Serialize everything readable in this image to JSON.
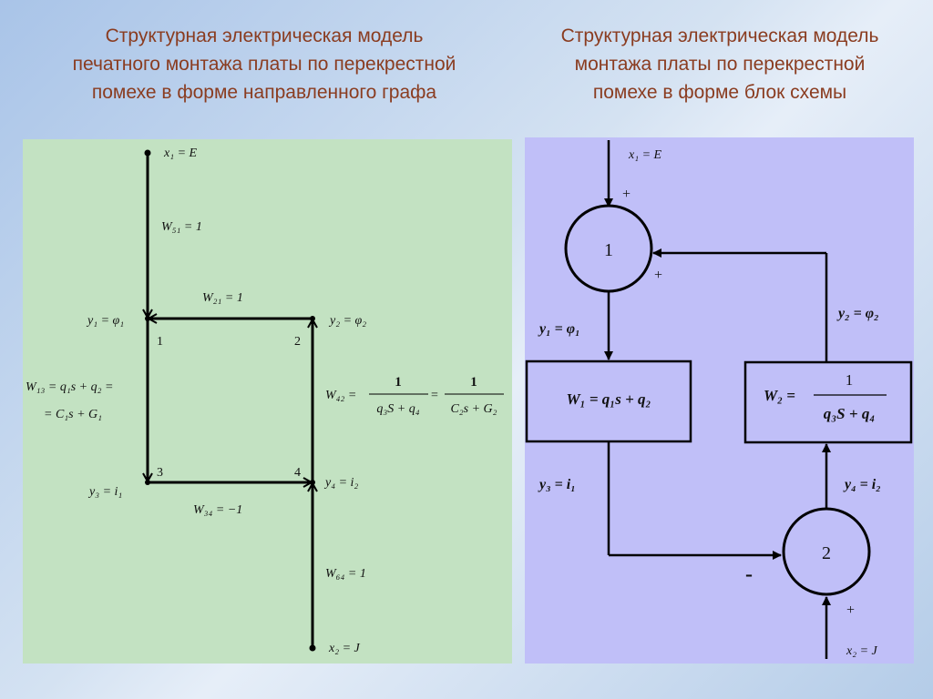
{
  "title_left": {
    "line1": "Структурная электрическая модель",
    "line2": "печатного монтажа платы по перекрестной",
    "line3": "помехе в форме направленного графа"
  },
  "title_right": {
    "line1": "Структурная электрическая модель",
    "line2": "монтажа платы по перекрестной",
    "line3": "помехе в форме блок схемы"
  },
  "graph": {
    "x1": "x₁ = E",
    "w51": "W₅₁ = 1",
    "w21": "W₂₁ = 1",
    "y1": "y₁ = φ₁",
    "y2": "y₂ = φ₂",
    "node1": "1",
    "node2": "2",
    "node3": "3",
    "node4": "4",
    "w13_line1": "W₁₃ = q₁s + q₂ =",
    "w13_line2": "= C₁s + G₁",
    "w42_label": "W₄₂ =",
    "w42_num1": "1",
    "w42_den1": "q₃S + q₄",
    "w42_eq": "=",
    "w42_num2": "1",
    "w42_den2": "C₂s + G₂",
    "y3": "y₃ = i₁",
    "y4": "y₄ = i₂",
    "w34": "W₃₄ = −1",
    "w64": "W₆₄ = 1",
    "x2": "x₂ = J"
  },
  "block": {
    "x1": "x₁ = E",
    "plus_top": "+",
    "plus_right": "+",
    "sum1": "1",
    "y1": "y₁ = φ₁",
    "y2": "y₂ = φ₂",
    "w1": "W₁ = q₁s + q₂",
    "w2_label": "W₂ =",
    "w2_num": "1",
    "w2_den": "q₃S + q₄",
    "y3": "y₃ = i₁",
    "y4": "y₄ = i₂",
    "minus": "-",
    "sum2": "2",
    "plus_bottom": "+",
    "x2": "x₂ = J"
  }
}
